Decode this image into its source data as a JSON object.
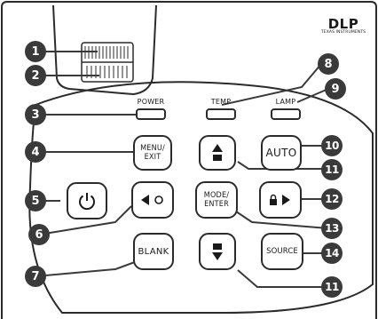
{
  "brand": {
    "logo_text": "DLP",
    "logo_subtext": "TEXAS INSTRUMENTS"
  },
  "indicators": {
    "power": "POWER",
    "temp": "TEMP",
    "lamp": "LAMP"
  },
  "buttons": {
    "menu_exit_line1": "MENU/",
    "menu_exit_line2": "EXIT",
    "auto": "AUTO",
    "mode_enter_line1": "MODE/",
    "mode_enter_line2": "ENTER",
    "blank": "BLANK",
    "source": "SOURCE"
  },
  "callouts": [
    "1",
    "2",
    "3",
    "4",
    "5",
    "6",
    "7",
    "8",
    "9",
    "10",
    "11",
    "12",
    "13",
    "14",
    "11"
  ],
  "icons": {
    "power": "power-icon",
    "left": "left-arrow-icon",
    "right": "right-arrow-icon",
    "up": "up-keystone-arrow-icon",
    "down": "down-keystone-arrow-icon",
    "lock": "lock-icon",
    "circle": "circle-icon"
  }
}
